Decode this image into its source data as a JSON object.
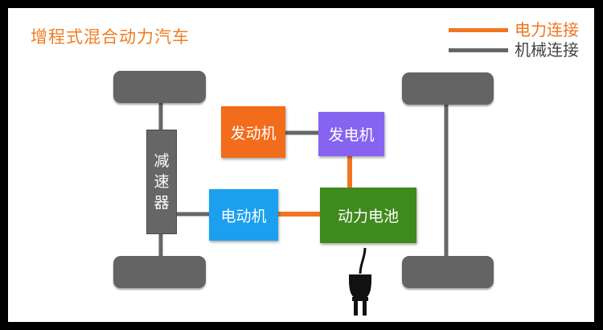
{
  "title": "增程式混合动力汽车",
  "legend": {
    "electric_label": "电力连接",
    "electric_color": "#f27421",
    "mechanical_label": "机械连接",
    "mechanical_color": "#666666"
  },
  "components": {
    "engine": "发动机",
    "generator": "发电机",
    "reducer": "减速器",
    "motor": "电动机",
    "battery": "动力电池"
  },
  "colors": {
    "engine": "#f26c1b",
    "generator": "#8764f0",
    "motor": "#1aa0ef",
    "battery": "#3e8a1c",
    "wheel": "#646464",
    "plug": "#111111"
  },
  "icons": {
    "plug": "power-plug-icon"
  }
}
